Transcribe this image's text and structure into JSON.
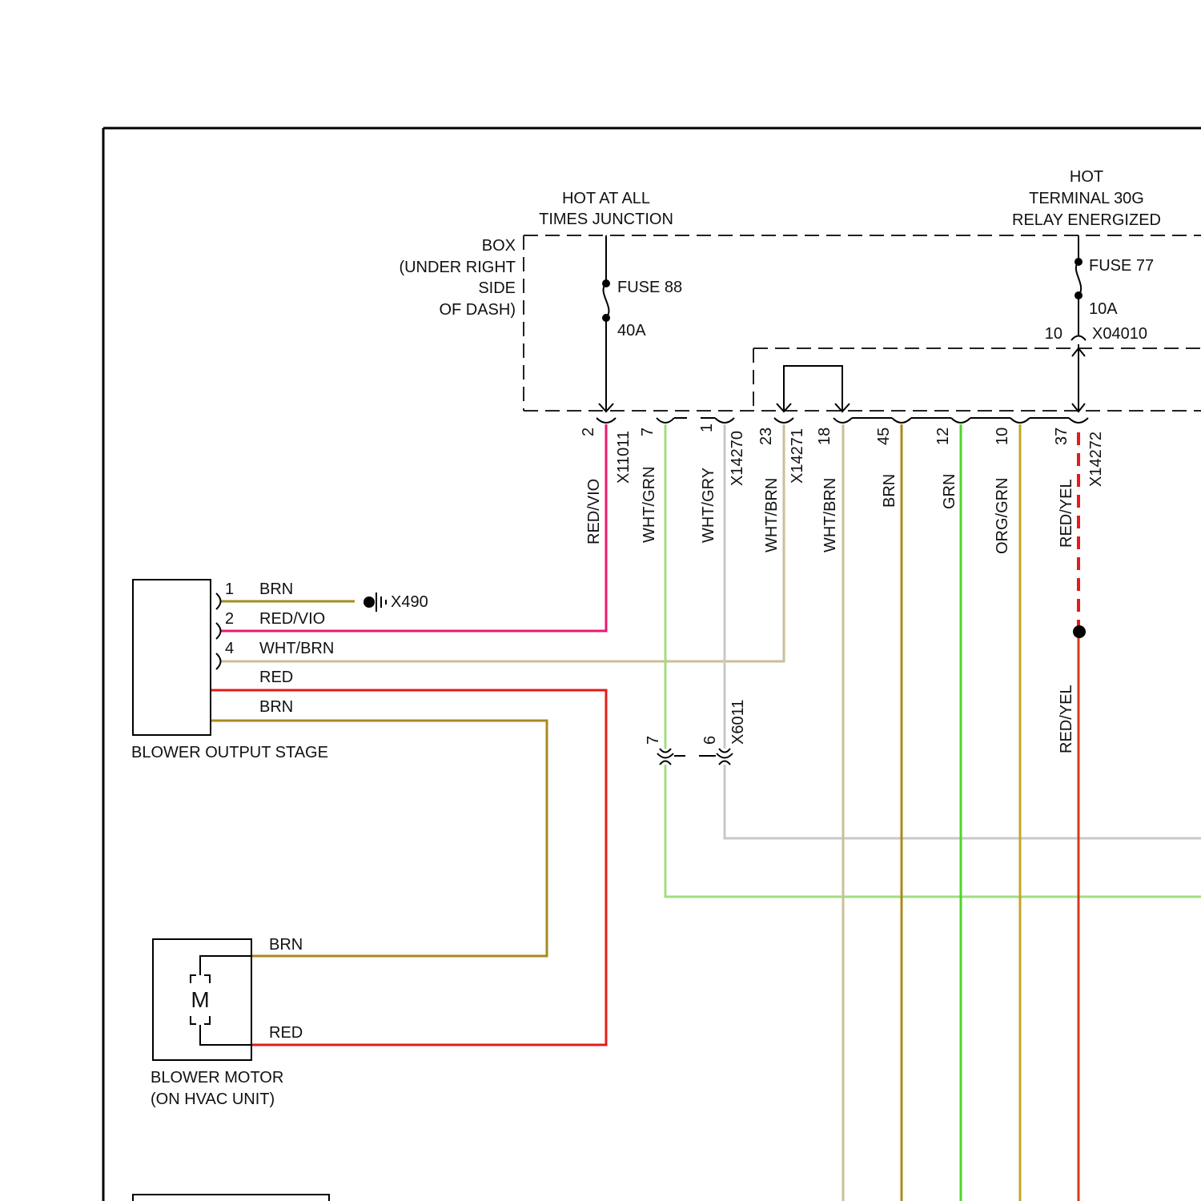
{
  "junction_box": {
    "title_line1": "HOT AT ALL",
    "title_line2": "TIMES JUNCTION",
    "box_line1": "BOX",
    "box_line2": "(UNDER RIGHT",
    "box_line3": "SIDE",
    "box_line4": "OF DASH)"
  },
  "relay_hot": {
    "line1": "HOT",
    "line2": "TERMINAL 30G",
    "line3": "RELAY ENERGIZED"
  },
  "fuses": {
    "fuse88_name": "FUSE 88",
    "fuse88_rating": "40A",
    "fuse77_name": "FUSE 77",
    "fuse77_rating": "10A",
    "fuse77_pin": "10",
    "fuse77_connector": "X04010"
  },
  "connectors": {
    "x11011": "X11011",
    "x14270": "X14270",
    "x14271": "X14271",
    "x14272": "X14272",
    "x6011": "X6011",
    "x490": "X490"
  },
  "pins": {
    "p2": "2",
    "p7": "7",
    "p1": "1",
    "p23": "23",
    "p18": "18",
    "p45": "45",
    "p12": "12",
    "p10": "10",
    "p37": "37",
    "x6011_7": "7",
    "x6011_6": "6"
  },
  "wire_labels": {
    "red_vio": "RED/VIO",
    "wht_grn": "WHT/GRN",
    "wht_gry": "WHT/GRY",
    "wht_brn_a": "WHT/BRN",
    "wht_brn_b": "WHT/BRN",
    "brn": "BRN",
    "grn": "GRN",
    "org_grn": "ORG/GRN",
    "red_yel_top": "RED/YEL",
    "red_yel_bottom": "RED/YEL"
  },
  "blower_output_stage": {
    "name": "BLOWER OUTPUT STAGE",
    "pin1": "1",
    "pin1_wire": "BRN",
    "pin2": "2",
    "pin2_wire": "RED/VIO",
    "pin4": "4",
    "pin4_wire": "WHT/BRN",
    "red_wire": "RED",
    "brn_wire": "BRN"
  },
  "blower_motor": {
    "line1": "BLOWER MOTOR",
    "line2": "(ON HVAC UNIT)",
    "symbol": "M",
    "brn_wire": "BRN",
    "red_wire": "RED"
  },
  "colors": {
    "red_vio": "#e8186f",
    "red": "#e41b1b",
    "brown": "#a88a1e",
    "wht_brn": "#cbbf97",
    "wht_grn": "#9fdf7f",
    "wht_gry": "#c8c8c8",
    "green": "#4fd42a"
  }
}
